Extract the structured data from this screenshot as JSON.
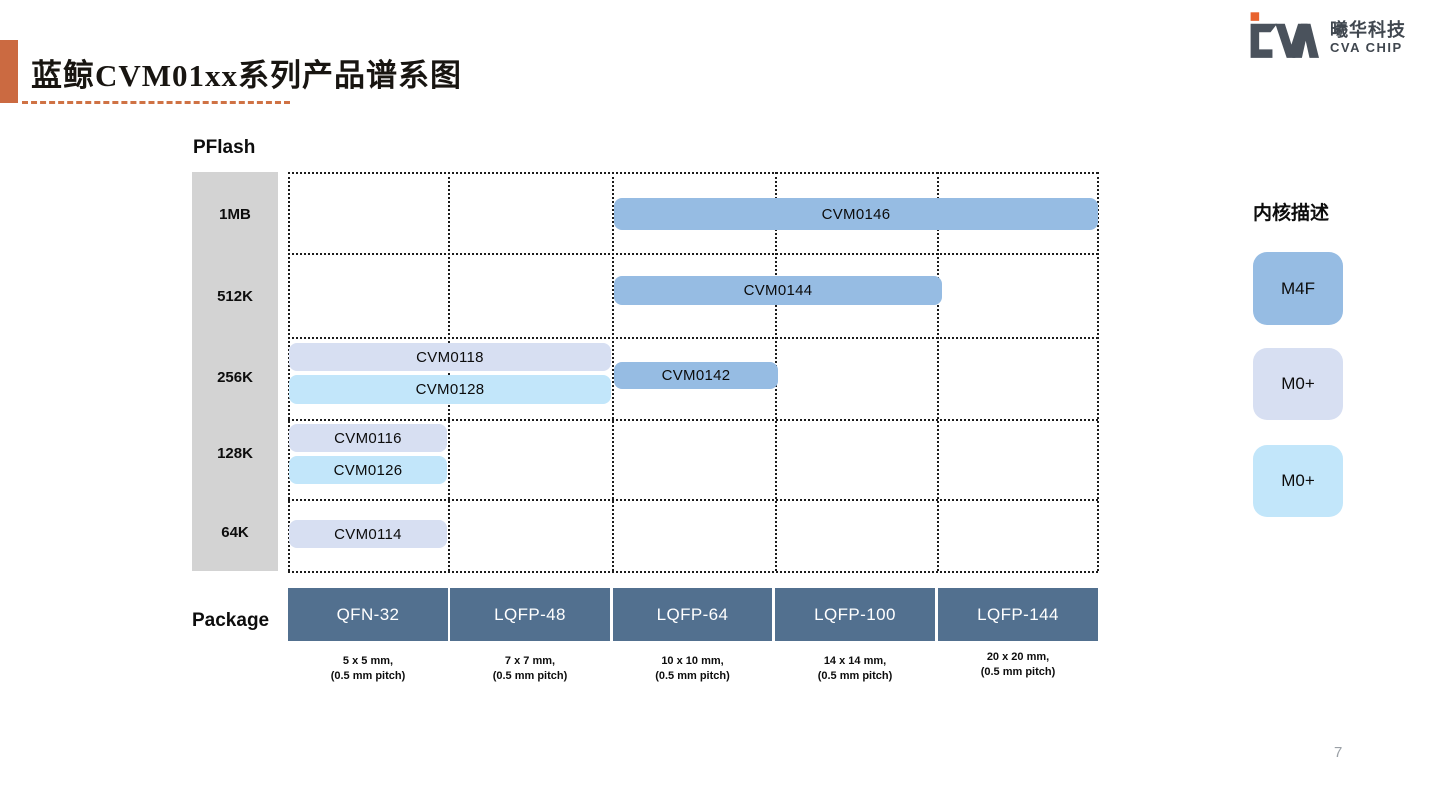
{
  "slide": {
    "title": "蓝鲸CVM01xx系列产品谱系图",
    "page_number": "7"
  },
  "logo": {
    "mark": "CVA",
    "company_cn": "曦华科技",
    "company_en": "CVA CHIP"
  },
  "chart_data": {
    "type": "bar",
    "variant": "gantt-style product/package span matrix",
    "title": "蓝鲸CVM01xx系列产品谱系图",
    "ylabel": "PFlash",
    "xlabel": "Package",
    "grid": "dotted",
    "legend_position": "right",
    "y_categories": [
      "1MB",
      "512K",
      "256K",
      "128K",
      "64K"
    ],
    "x_categories": [
      "QFN-32",
      "LQFP-48",
      "LQFP-64",
      "LQFP-100",
      "LQFP-144"
    ],
    "package_sizes": [
      {
        "dim": "5 x 5 mm,",
        "pitch": "(0.5 mm pitch)"
      },
      {
        "dim": "7 x 7 mm,",
        "pitch": "(0.5 mm pitch)"
      },
      {
        "dim": "10 x 10 mm,",
        "pitch": "(0.5 mm pitch)"
      },
      {
        "dim": "14 x 14 mm,",
        "pitch": "(0.5 mm pitch)"
      },
      {
        "dim": "20 x 20 mm,",
        "pitch": "(0.5 mm pitch)"
      }
    ],
    "series": [
      {
        "name": "CVM0146",
        "flash": "1MB",
        "core": "M4F",
        "package_start": "LQFP-64",
        "package_end": "LQFP-144",
        "color": "#96BCE3"
      },
      {
        "name": "CVM0144",
        "flash": "512K",
        "core": "M4F",
        "package_start": "LQFP-64",
        "package_end": "LQFP-100",
        "color": "#96BCE3"
      },
      {
        "name": "CVM0118",
        "flash": "256K",
        "core": "M0+",
        "package_start": "QFN-32",
        "package_end": "LQFP-48",
        "color": "#D7DFF2"
      },
      {
        "name": "CVM0128",
        "flash": "256K",
        "core": "M0+",
        "package_start": "QFN-32",
        "package_end": "LQFP-48",
        "color": "#C2E6FA"
      },
      {
        "name": "CVM0142",
        "flash": "256K",
        "core": "M4F",
        "package_start": "LQFP-64",
        "package_end": "LQFP-64",
        "color": "#96BCE3"
      },
      {
        "name": "CVM0116",
        "flash": "128K",
        "core": "M0+",
        "package_start": "QFN-32",
        "package_end": "QFN-32",
        "color": "#D7DFF2"
      },
      {
        "name": "CVM0126",
        "flash": "128K",
        "core": "M0+",
        "package_start": "QFN-32",
        "package_end": "QFN-32",
        "color": "#C2E6FA"
      },
      {
        "name": "CVM0114",
        "flash": "64K",
        "core": "M0+",
        "package_start": "QFN-32",
        "package_end": "QFN-32",
        "color": "#D7DFF2"
      }
    ]
  },
  "legend": {
    "title": "内核描述",
    "items": [
      {
        "label": "M4F",
        "color": "#96BCE3"
      },
      {
        "label": "M0+",
        "color": "#D7DFF2"
      },
      {
        "label": "M0+",
        "color": "#C2E6FA"
      }
    ]
  },
  "colors": {
    "accent_orange": "#CB6A41",
    "underline_orange": "#CF7244",
    "package_header_slate": "#52708F",
    "flash_axis_gray": "#D3D3D3",
    "logo_gray": "#40474F",
    "logo_orange": "#E8622D",
    "page_number_gray": "#9aa0a6"
  }
}
